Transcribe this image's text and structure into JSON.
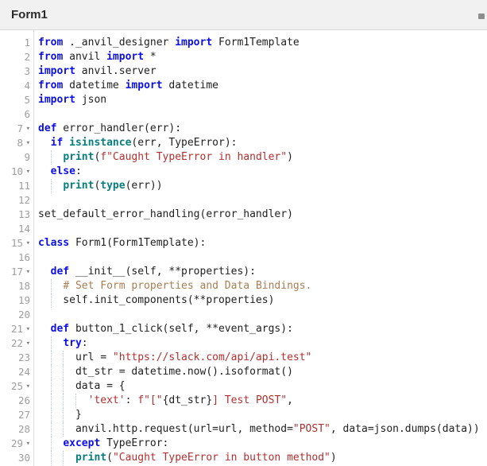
{
  "header": {
    "title": "Form1"
  },
  "colors": {
    "keyword": "#0b0fe8",
    "builtin": "#077e7e",
    "string": "#b22f2f",
    "comment": "#a87e52",
    "text": "#212121",
    "line_number": "#9e9e9e",
    "indent_guide": "#b9cfe6",
    "header_bg": "#f1f1f1",
    "header_border": "#d9d9d9",
    "gutter_border": "#dddddd",
    "fold_arrow": "#7a7a7a",
    "handle": "#8d8d8d"
  },
  "editor": {
    "language": "python",
    "lines": [
      {
        "n": 1,
        "fold": false,
        "t": [
          [
            "kw",
            "from"
          ],
          [
            "t",
            " ._anvil_designer "
          ],
          [
            "kw",
            "import"
          ],
          [
            "t",
            " Form1Template"
          ]
        ]
      },
      {
        "n": 2,
        "fold": false,
        "t": [
          [
            "kw",
            "from"
          ],
          [
            "t",
            " anvil "
          ],
          [
            "kw",
            "import"
          ],
          [
            "t",
            " *"
          ]
        ]
      },
      {
        "n": 3,
        "fold": false,
        "t": [
          [
            "kw",
            "import"
          ],
          [
            "t",
            " anvil.server"
          ]
        ]
      },
      {
        "n": 4,
        "fold": false,
        "t": [
          [
            "kw",
            "from"
          ],
          [
            "t",
            " datetime "
          ],
          [
            "kw",
            "import"
          ],
          [
            "t",
            " datetime"
          ]
        ]
      },
      {
        "n": 5,
        "fold": false,
        "t": [
          [
            "kw",
            "import"
          ],
          [
            "t",
            " json"
          ]
        ]
      },
      {
        "n": 6,
        "fold": false,
        "t": []
      },
      {
        "n": 7,
        "fold": true,
        "t": [
          [
            "kw",
            "def"
          ],
          [
            "t",
            " error_handler(err):"
          ]
        ]
      },
      {
        "n": 8,
        "fold": true,
        "t": [
          [
            "t",
            "  "
          ],
          [
            "kw",
            "if"
          ],
          [
            "t",
            " "
          ],
          [
            "bi",
            "isinstance"
          ],
          [
            "t",
            "(err, TypeError):"
          ]
        ]
      },
      {
        "n": 9,
        "fold": false,
        "t": [
          [
            "t",
            "    "
          ],
          [
            "bi",
            "print"
          ],
          [
            "t",
            "("
          ],
          [
            "str",
            "f\"Caught TypeError in handler\""
          ],
          [
            "t",
            ")"
          ]
        ]
      },
      {
        "n": 10,
        "fold": true,
        "t": [
          [
            "t",
            "  "
          ],
          [
            "kw",
            "else"
          ],
          [
            "t",
            ":"
          ]
        ]
      },
      {
        "n": 11,
        "fold": false,
        "t": [
          [
            "t",
            "    "
          ],
          [
            "bi",
            "print"
          ],
          [
            "t",
            "("
          ],
          [
            "bi",
            "type"
          ],
          [
            "t",
            "(err))"
          ]
        ]
      },
      {
        "n": 12,
        "fold": false,
        "t": []
      },
      {
        "n": 13,
        "fold": false,
        "t": [
          [
            "t",
            "set_default_error_handling(error_handler)"
          ]
        ]
      },
      {
        "n": 14,
        "fold": false,
        "t": []
      },
      {
        "n": 15,
        "fold": true,
        "t": [
          [
            "kw",
            "class"
          ],
          [
            "t",
            " Form1(Form1Template):"
          ]
        ]
      },
      {
        "n": 16,
        "fold": false,
        "t": []
      },
      {
        "n": 17,
        "fold": true,
        "t": [
          [
            "t",
            "  "
          ],
          [
            "kw",
            "def"
          ],
          [
            "t",
            " __init__(self, **properties):"
          ]
        ]
      },
      {
        "n": 18,
        "fold": false,
        "t": [
          [
            "t",
            "    "
          ],
          [
            "com",
            "# Set Form properties and Data Bindings."
          ]
        ]
      },
      {
        "n": 19,
        "fold": false,
        "t": [
          [
            "t",
            "    self.init_components(**properties)"
          ]
        ]
      },
      {
        "n": 20,
        "fold": false,
        "t": []
      },
      {
        "n": 21,
        "fold": true,
        "t": [
          [
            "t",
            "  "
          ],
          [
            "kw",
            "def"
          ],
          [
            "t",
            " button_1_click(self, **event_args):"
          ]
        ]
      },
      {
        "n": 22,
        "fold": true,
        "t": [
          [
            "t",
            "    "
          ],
          [
            "kw",
            "try"
          ],
          [
            "t",
            ":"
          ]
        ]
      },
      {
        "n": 23,
        "fold": false,
        "t": [
          [
            "t",
            "      url = "
          ],
          [
            "str",
            "\"https://slack.com/api/api.test\""
          ]
        ]
      },
      {
        "n": 24,
        "fold": false,
        "t": [
          [
            "t",
            "      dt_str = datetime.now().isoformat()"
          ]
        ]
      },
      {
        "n": 25,
        "fold": true,
        "t": [
          [
            "t",
            "      data = {"
          ]
        ]
      },
      {
        "n": 26,
        "fold": false,
        "t": [
          [
            "t",
            "        "
          ],
          [
            "str",
            "'text'"
          ],
          [
            "t",
            ": "
          ],
          [
            "str",
            "f\"[\""
          ],
          [
            "t",
            "{dt_str}"
          ],
          [
            "str",
            "] Test POST\""
          ],
          [
            "t",
            ","
          ]
        ]
      },
      {
        "n": 27,
        "fold": false,
        "t": [
          [
            "t",
            "      }"
          ]
        ]
      },
      {
        "n": 28,
        "fold": false,
        "t": [
          [
            "t",
            "      anvil.http.request(url=url, method="
          ],
          [
            "str",
            "\"POST\""
          ],
          [
            "t",
            ", data=json.dumps(data))"
          ]
        ]
      },
      {
        "n": 29,
        "fold": true,
        "t": [
          [
            "t",
            "    "
          ],
          [
            "kw",
            "except"
          ],
          [
            "t",
            " TypeError:"
          ]
        ]
      },
      {
        "n": 30,
        "fold": false,
        "t": [
          [
            "t",
            "      "
          ],
          [
            "bi",
            "print"
          ],
          [
            "t",
            "("
          ],
          [
            "str",
            "\"Caught TypeError in button method\""
          ],
          [
            "t",
            ")"
          ]
        ]
      }
    ]
  }
}
